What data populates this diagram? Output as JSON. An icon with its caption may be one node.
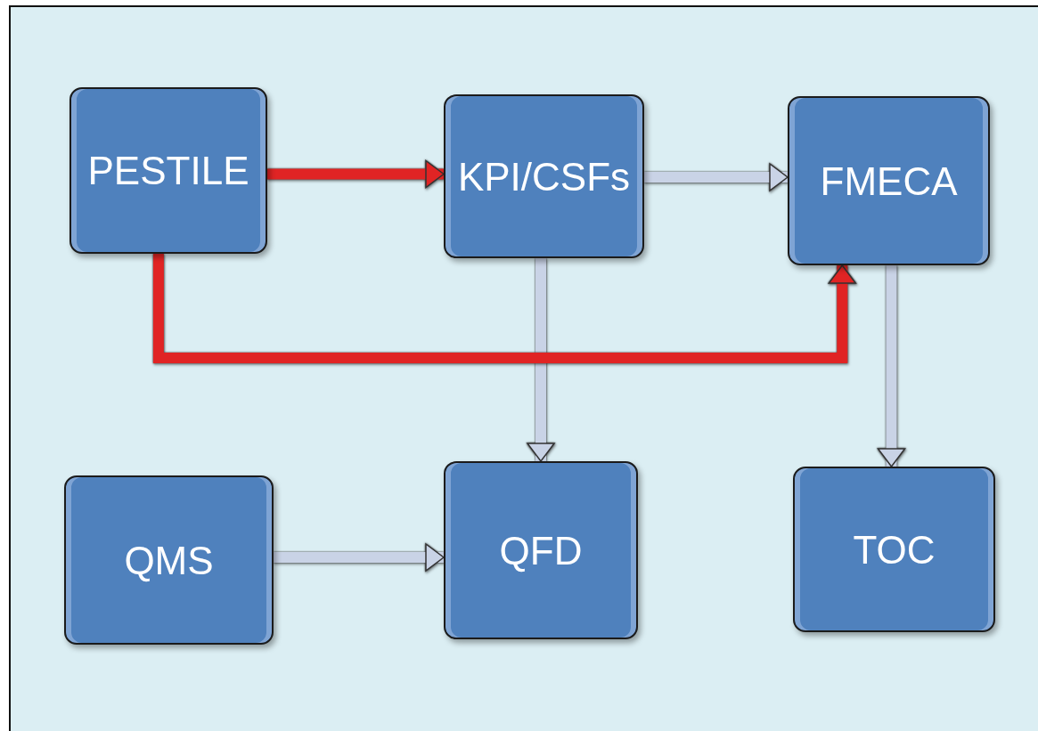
{
  "diagram": {
    "nodes": [
      {
        "text": [
          "PESTILE"
        ]
      },
      {
        "text": [
          "KPI/CSFs"
        ]
      },
      {
        "text": [
          "FMECA"
        ]
      },
      {
        "text": [
          "QMS"
        ]
      },
      {
        "text": [
          "QFD"
        ]
      },
      {
        "text": [
          "TOC"
        ]
      }
    ],
    "edges": [
      {
        "from": 0,
        "to": 1,
        "arrow": "to",
        "color": "#e02424"
      },
      {
        "from": 1,
        "to": 2,
        "arrow": "to"
      },
      {
        "from": 1,
        "to": 4,
        "arrow": "to"
      },
      {
        "from": 0,
        "to": 2,
        "arrow": "to",
        "color": "#e02424"
      },
      {
        "from": 2,
        "to": 5,
        "arrow": "to"
      },
      {
        "from": 3,
        "to": 4,
        "arrow": "to"
      }
    ]
  }
}
